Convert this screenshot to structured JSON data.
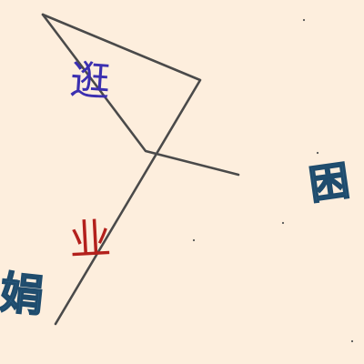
{
  "colors": {
    "background": "#fdeedd",
    "line": "#4a4a4a",
    "char_purple": "#3b2fb0",
    "char_blue": "#2e6389",
    "char_red": "#b3201c"
  },
  "characters": {
    "you": "逛",
    "kun": "困",
    "ye": "业",
    "juan": "娟"
  }
}
